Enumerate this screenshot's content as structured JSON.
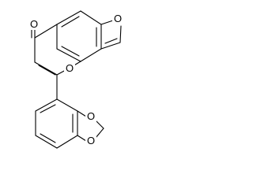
{
  "diagram": {
    "atom_labels": {
      "ketone_oxygen": "O",
      "furan_oxygen": "O",
      "pyran_oxygen": "O",
      "dioxole_oxygen_upper": "O",
      "dioxole_oxygen_lower": "O"
    },
    "colors": {
      "bond": "#000000",
      "background": "#ffffff"
    }
  }
}
